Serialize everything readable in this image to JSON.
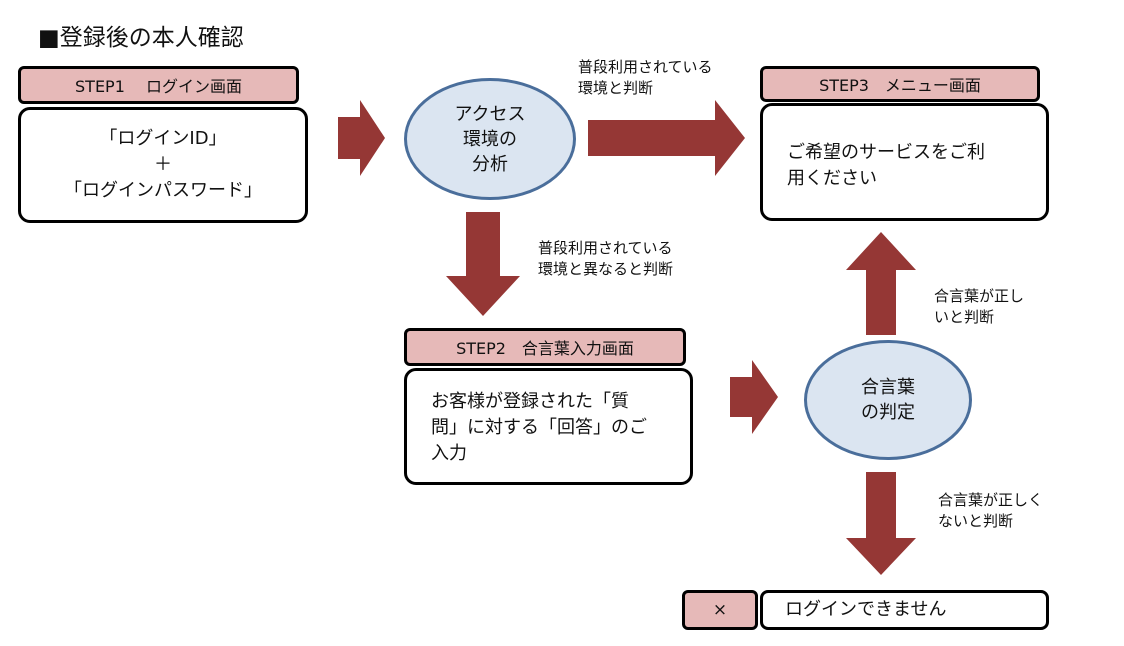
{
  "title": "■登録後の本人確認",
  "step1": {
    "header": "STEP1　 ログイン画面",
    "body": [
      "「ログインID」",
      "＋",
      "「ログインパスワード」"
    ]
  },
  "analysis": {
    "lines": [
      "アクセス",
      "環境の",
      "分析"
    ]
  },
  "note_usual": [
    "普段利用されている",
    "環境と判断"
  ],
  "note_unusual": [
    "普段利用されている",
    "環境と異なると判断"
  ],
  "step3": {
    "header": "STEP3　メニュー画面",
    "body": [
      "ご希望のサービスをご利",
      "用ください"
    ]
  },
  "step2": {
    "header": "STEP2　合言葉入力画面",
    "body": [
      "お客様が登録された「質",
      "問」に対する「回答」のご",
      "入力"
    ]
  },
  "judge": {
    "lines": [
      "合言葉",
      "の判定"
    ]
  },
  "note_correct": [
    "合言葉が正し",
    "いと判断"
  ],
  "note_incorrect": [
    "合言葉が正しく",
    "ないと判断"
  ],
  "fail": {
    "mark": "×",
    "message": "ログインできません"
  },
  "colors": {
    "arrow": "#953735",
    "header_fill": "#e6b9b8",
    "ellipse_fill": "#dbe5f1",
    "ellipse_stroke": "#4a6e9b"
  }
}
